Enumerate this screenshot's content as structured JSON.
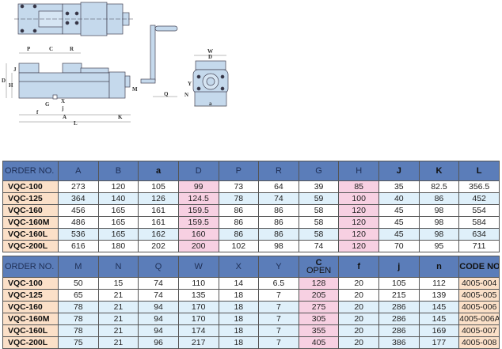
{
  "drawing": {
    "labels": {
      "P": "P",
      "C": "C",
      "R": "R",
      "D": "D",
      "H": "H",
      "J": "J",
      "X": "X",
      "G": "G",
      "j": "j",
      "f": "f",
      "A": "A",
      "L": "L",
      "K": "K",
      "M": "M",
      "Q": "Q",
      "W": "W",
      "Y": "Y",
      "N": "N",
      "a": "a"
    }
  },
  "table1": {
    "headers": [
      "ORDER NO.",
      "A",
      "B",
      "a",
      "D",
      "P",
      "R",
      "G",
      "H",
      "J",
      "K",
      "L"
    ],
    "rows": [
      [
        "VQC-100",
        "273",
        "120",
        "105",
        "99",
        "73",
        "64",
        "39",
        "85",
        "35",
        "82.5",
        "356.5"
      ],
      [
        "VQC-125",
        "364",
        "140",
        "126",
        "124.5",
        "78",
        "74",
        "59",
        "100",
        "40",
        "86",
        "452"
      ],
      [
        "VQC-160",
        "456",
        "165",
        "161",
        "159.5",
        "86",
        "86",
        "58",
        "120",
        "45",
        "98",
        "554"
      ],
      [
        "VQC-160M",
        "486",
        "165",
        "161",
        "159.5",
        "86",
        "86",
        "58",
        "120",
        "45",
        "98",
        "584"
      ],
      [
        "VQC-160L",
        "536",
        "165",
        "162",
        "160",
        "86",
        "86",
        "58",
        "120",
        "45",
        "98",
        "634"
      ],
      [
        "VQC-200L",
        "616",
        "180",
        "202",
        "200",
        "102",
        "98",
        "74",
        "120",
        "70",
        "95",
        "711"
      ]
    ]
  },
  "table2": {
    "headers": [
      "ORDER NO.",
      "M",
      "N",
      "Q",
      "W",
      "X",
      "Y",
      "C",
      "f",
      "j",
      "n",
      "CODE NO."
    ],
    "header_sub_C": "OPEN",
    "rows": [
      [
        "VQC-100",
        "50",
        "15",
        "74",
        "110",
        "14",
        "6.5",
        "128",
        "20",
        "105",
        "112",
        "4005-004"
      ],
      [
        "VQC-125",
        "65",
        "21",
        "74",
        "135",
        "18",
        "7",
        "205",
        "20",
        "215",
        "139",
        "4005-005"
      ],
      [
        "VQC-160",
        "78",
        "21",
        "94",
        "170",
        "18",
        "7",
        "275",
        "20",
        "286",
        "145",
        "4005-006"
      ],
      [
        "VQC-160M",
        "78",
        "21",
        "94",
        "170",
        "18",
        "7",
        "305",
        "20",
        "286",
        "145",
        "4005-006A"
      ],
      [
        "VQC-160L",
        "78",
        "21",
        "94",
        "174",
        "18",
        "7",
        "355",
        "20",
        "286",
        "169",
        "4005-007"
      ],
      [
        "VQC-200L",
        "75",
        "21",
        "96",
        "217",
        "18",
        "7",
        "405",
        "20",
        "386",
        "177",
        "4005-008"
      ]
    ]
  }
}
